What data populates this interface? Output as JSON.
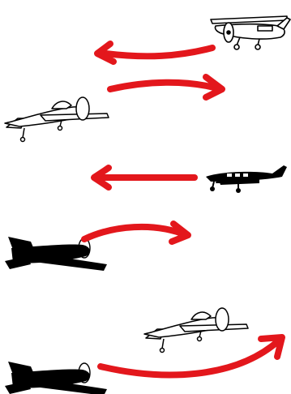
{
  "colors": {
    "arrow": "#e3171c",
    "outline_plane_fill": "#ffffff",
    "outline_plane_stroke": "#000000",
    "silhouette": "#000000"
  },
  "rows": [
    {
      "plane": "high-wing-plane-icon",
      "plane_style": "outline",
      "arrow": "left-arrow-icon"
    },
    {
      "plane": "low-wing-plane-icon",
      "plane_style": "outline",
      "arrow": "right-arrow-icon"
    },
    {
      "plane": "twin-engine-plane-icon",
      "plane_style": "silhouette",
      "arrow": "left-arrow-icon"
    },
    {
      "plane": "low-wing-plane-icon",
      "plane_style": "silhouette",
      "arrow": "right-curved-arrow-icon"
    },
    {
      "plane": "low-wing-plane-icon",
      "plane_style": "outline",
      "arrow": "up-right-curved-arrow-icon"
    }
  ]
}
